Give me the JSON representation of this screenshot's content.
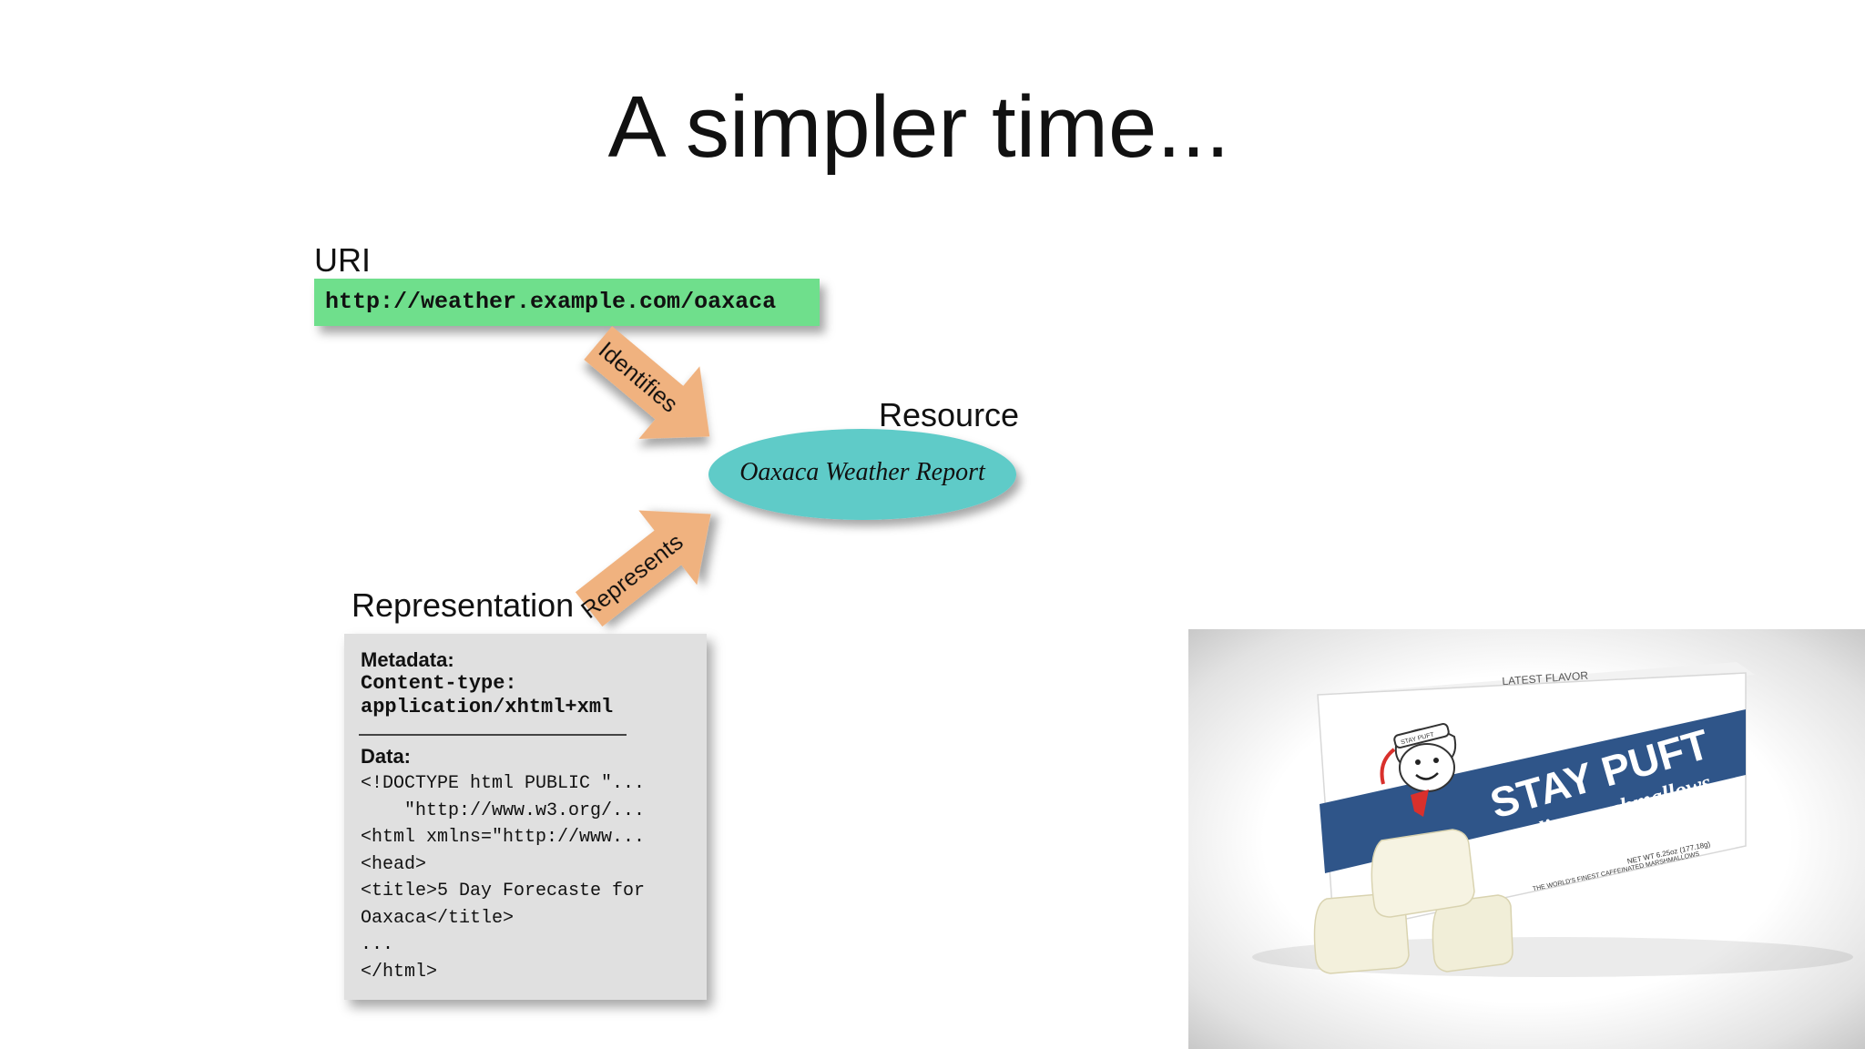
{
  "slide": {
    "title": "A simpler time..."
  },
  "uri": {
    "label": "URI",
    "value": "http://weather.example.com/oaxaca"
  },
  "arrows": {
    "identifies": "Identifies",
    "represents": "Represents"
  },
  "resource": {
    "label": "Resource",
    "name": "Oaxaca Weather Report"
  },
  "representation": {
    "label": "Representation",
    "metadata_heading": "Metadata:",
    "metadata_lines": [
      "Content-type:",
      "application/xhtml+xml"
    ],
    "data_heading": "Data:",
    "code_lines": [
      "<!DOCTYPE html PUBLIC \"...",
      "    \"http://www.w3.org/...",
      "<html xmlns=\"http://www...",
      "<head>",
      "<title>5 Day Forecaste for",
      "Oaxaca</title>",
      "...",
      "</html>"
    ]
  },
  "photo": {
    "brand": "STAY PUFT",
    "tagline": "quality marshmallows",
    "top_text": "LATEST FLAVOR",
    "weight": "NET WT 6.25oz (177.18g)",
    "slogan": "THE WORLD'S FINEST CAFFEINATED MARSHMALLOWS",
    "hat_text": "STAY PUFT"
  },
  "colors": {
    "uri_box": "#6fdf8c",
    "resource_ellipse": "#5fcbc8",
    "arrow": "#f0b27f",
    "repr_box": "#e0e0e0",
    "box_stripe": "#2f5589"
  }
}
